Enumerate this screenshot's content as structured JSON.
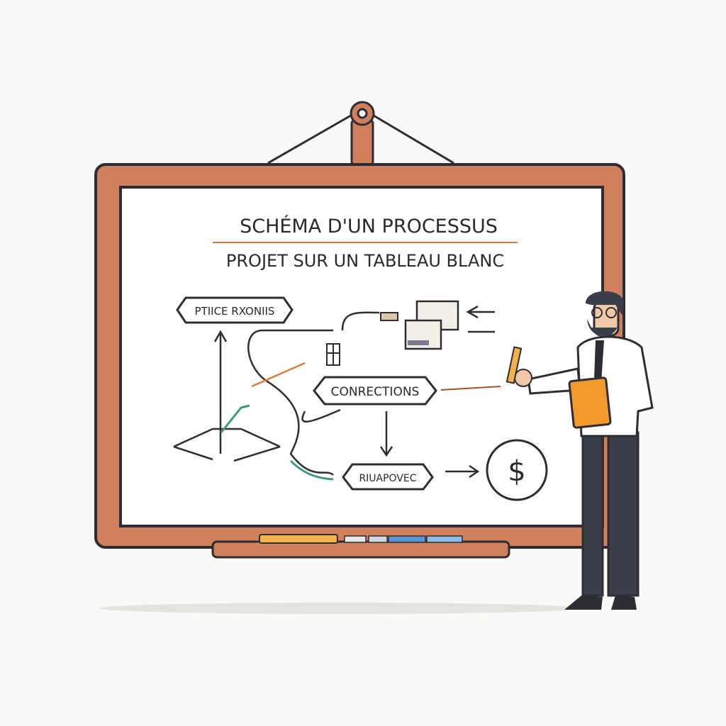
{
  "board": {
    "title": "SCHÉMA D'UN PROCESSUS",
    "subtitle": "PROJET SUR UN TABLEAU BLANC"
  },
  "nodes": {
    "top_left": "PTIICE RXONIIS",
    "middle": "CONRECTIONS",
    "bottom": "RIUAPOVEC",
    "currency_symbol": "$"
  },
  "colors": {
    "frame": "#d0805a",
    "frame_dark": "#2d2d33",
    "accent_orange": "#e07a3a",
    "accent_green": "#3f9a7a",
    "clipboard": "#f39a2e"
  }
}
